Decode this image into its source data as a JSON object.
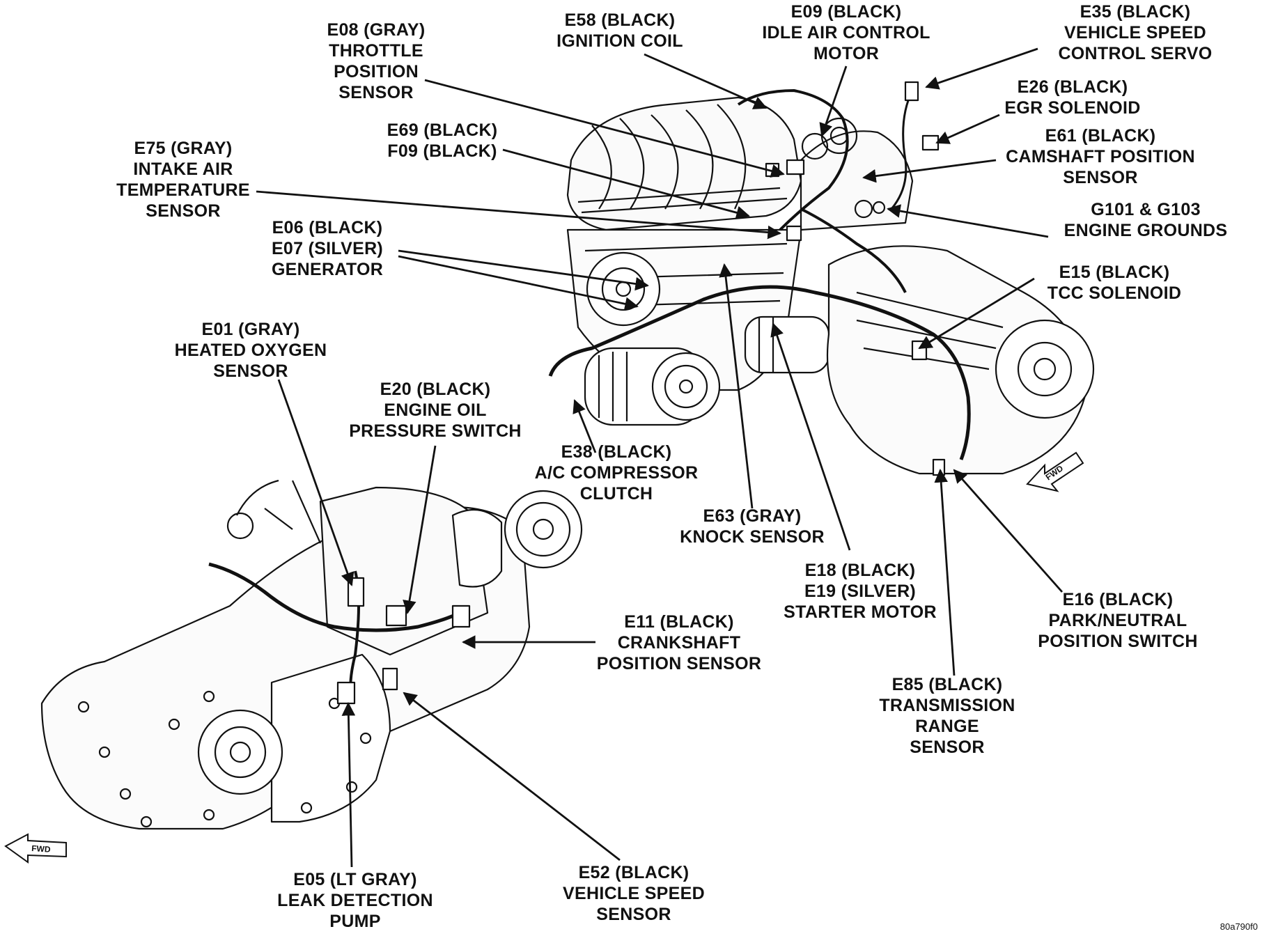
{
  "callouts": {
    "e08": [
      "E08 (GRAY)",
      "THROTTLE",
      "POSITION",
      "SENSOR"
    ],
    "e58": [
      "E58 (BLACK)",
      "IGNITION COIL"
    ],
    "e09": [
      "E09 (BLACK)",
      "IDLE AIR CONTROL",
      "MOTOR"
    ],
    "e35": [
      "E35 (BLACK)",
      "VEHICLE SPEED",
      "CONTROL SERVO"
    ],
    "e26": [
      "E26 (BLACK)",
      "EGR SOLENOID"
    ],
    "e61": [
      "E61 (BLACK)",
      "CAMSHAFT POSITION",
      "SENSOR"
    ],
    "e69": [
      "E69 (BLACK)",
      "F09 (BLACK)"
    ],
    "e75": [
      "E75 (GRAY)",
      "INTAKE AIR",
      "TEMPERATURE",
      "SENSOR"
    ],
    "g101": [
      "G101 & G103",
      "ENGINE GROUNDS"
    ],
    "e06": [
      "E06 (BLACK)",
      "E07 (SILVER)",
      "GENERATOR"
    ],
    "e15": [
      "E15 (BLACK)",
      "TCC SOLENOID"
    ],
    "e01": [
      "E01 (GRAY)",
      "HEATED OXYGEN",
      "SENSOR"
    ],
    "e20": [
      "E20 (BLACK)",
      "ENGINE OIL",
      "PRESSURE SWITCH"
    ],
    "e38": [
      "E38 (BLACK)",
      "A/C COMPRESSOR",
      "CLUTCH"
    ],
    "e63": [
      "E63 (GRAY)",
      "KNOCK SENSOR"
    ],
    "e18": [
      "E18 (BLACK)",
      "E19 (SILVER)",
      "STARTER MOTOR"
    ],
    "e16": [
      "E16 (BLACK)",
      "PARK/NEUTRAL",
      "POSITION SWITCH"
    ],
    "e11": [
      "E11 (BLACK)",
      "CRANKSHAFT",
      "POSITION SENSOR"
    ],
    "e85": [
      "E85 (BLACK)",
      "TRANSMISSION",
      "RANGE",
      "SENSOR"
    ],
    "e05": [
      "E05 (LT GRAY)",
      "LEAK DETECTION",
      "PUMP"
    ],
    "e52": [
      "E52 (BLACK)",
      "VEHICLE SPEED",
      "SENSOR"
    ]
  },
  "fwd_marker": "FWD",
  "figure_code": "80a790f0"
}
